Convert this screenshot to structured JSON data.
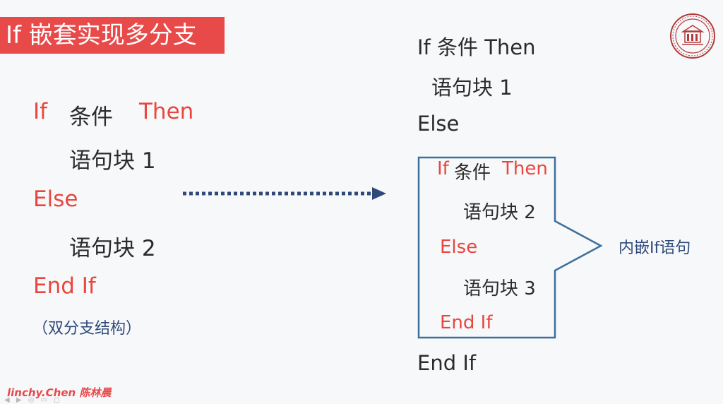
{
  "title": "If 嵌套实现多分支",
  "left_code": {
    "if_kw": "If",
    "condition": "条件",
    "then_kw": "Then",
    "block1": "语句块 1",
    "else_kw": "Else",
    "block2": "语句块 2",
    "end_if": "End If",
    "note": "（双分支结构）"
  },
  "right_code": {
    "line1": "If 条件 Then",
    "block1": "语句块 1",
    "else_kw": "Else",
    "end_if": "End If"
  },
  "inner_code": {
    "if_kw": "If",
    "condition": "条件",
    "then_kw": "Then",
    "block2": "语句块 2",
    "else_kw": "Else",
    "block3": "语句块 3",
    "end_if": "End If"
  },
  "callout": "内嵌If语句",
  "watermark": {
    "name": "linchy.Chen",
    "chinese": "陈林晨"
  },
  "colors": {
    "accent_red": "#e84a4a",
    "keyword_red": "#e8473f",
    "frame_blue": "#3d6e9c",
    "text_dark": "#2b2b2b"
  },
  "icons": [
    "university-seal-icon",
    "dotted-arrow-icon",
    "callout-arrow-icon"
  ]
}
